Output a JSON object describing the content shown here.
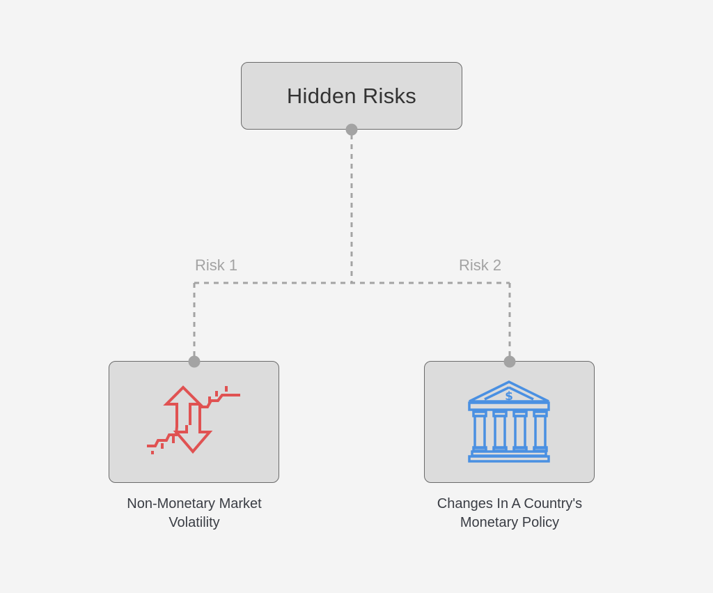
{
  "diagram": {
    "root": {
      "title": "Hidden Risks"
    },
    "branches": [
      {
        "label": "Risk 1",
        "icon": "volatility-arrows-icon",
        "icon_color": "#e05252",
        "caption_line1": "Non-Monetary Market",
        "caption_line2": "Volatility"
      },
      {
        "label": "Risk 2",
        "icon": "bank-building-icon",
        "icon_color": "#4a90e2",
        "caption_line1": "Changes In A Country's",
        "caption_line2": "Monetary Policy"
      }
    ],
    "colors": {
      "background": "#f4f4f4",
      "node_fill": "#dcdcdc",
      "node_border": "#6a6a6a",
      "connector": "#a0a0a0",
      "label_text": "#a3a3a3",
      "caption_text": "#3a3d44"
    }
  }
}
